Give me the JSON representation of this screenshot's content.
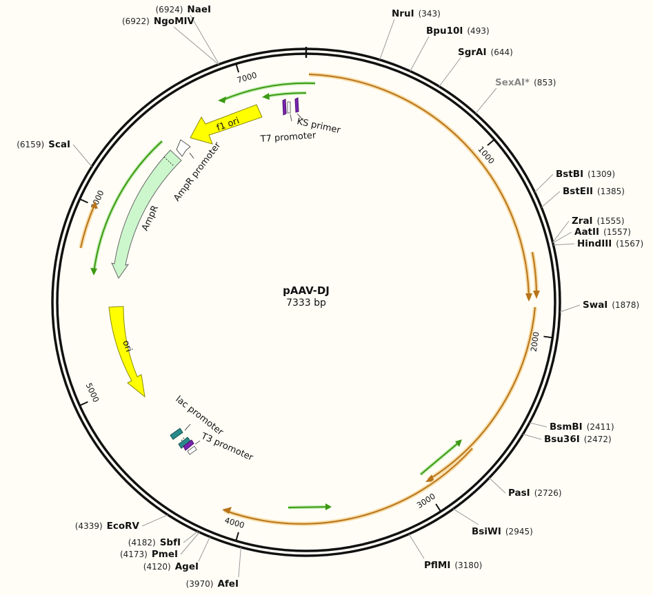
{
  "plasmid": {
    "name": "pAAV-DJ",
    "length_label": "7333 bp",
    "length": 7333
  },
  "ticks": [
    {
      "pos": 1000,
      "label": "1000"
    },
    {
      "pos": 2000,
      "label": "2000"
    },
    {
      "pos": 3000,
      "label": "3000"
    },
    {
      "pos": 4000,
      "label": "4000"
    },
    {
      "pos": 5000,
      "label": "5000"
    },
    {
      "pos": 6000,
      "label": "6000"
    },
    {
      "pos": 7000,
      "label": "7000"
    }
  ],
  "sites": [
    {
      "name": "NaeI",
      "pos": 6924,
      "pos_label": "(6924)",
      "side": "left"
    },
    {
      "name": "NgoMIV",
      "pos": 6922,
      "pos_label": "(6922)",
      "side": "left"
    },
    {
      "name": "NruI",
      "pos": 343,
      "pos_label": "(343)",
      "side": "right"
    },
    {
      "name": "Bpu10I",
      "pos": 493,
      "pos_label": "(493)",
      "side": "right"
    },
    {
      "name": "SgrAI",
      "pos": 644,
      "pos_label": "(644)",
      "side": "right"
    },
    {
      "name": "SexAI*",
      "pos": 853,
      "pos_label": "(853)",
      "side": "right",
      "muted": true
    },
    {
      "name": "BstBI",
      "pos": 1309,
      "pos_label": "(1309)",
      "side": "right"
    },
    {
      "name": "BstEII",
      "pos": 1385,
      "pos_label": "(1385)",
      "side": "right"
    },
    {
      "name": "ZraI",
      "pos": 1555,
      "pos_label": "(1555)",
      "side": "right"
    },
    {
      "name": "AatII",
      "pos": 1557,
      "pos_label": "(1557)",
      "side": "right"
    },
    {
      "name": "HindIII",
      "pos": 1567,
      "pos_label": "(1567)",
      "side": "right"
    },
    {
      "name": "SwaI",
      "pos": 1878,
      "pos_label": "(1878)",
      "side": "right"
    },
    {
      "name": "BsmBI",
      "pos": 2411,
      "pos_label": "(2411)",
      "side": "right"
    },
    {
      "name": "Bsu36I",
      "pos": 2472,
      "pos_label": "(2472)",
      "side": "right"
    },
    {
      "name": "PasI",
      "pos": 2726,
      "pos_label": "(2726)",
      "side": "right"
    },
    {
      "name": "BsiWI",
      "pos": 2945,
      "pos_label": "(2945)",
      "side": "right"
    },
    {
      "name": "PflMI",
      "pos": 3180,
      "pos_label": "(3180)",
      "side": "right"
    },
    {
      "name": "AfeI",
      "pos": 3970,
      "pos_label": "(3970)",
      "side": "left"
    },
    {
      "name": "AgeI",
      "pos": 4120,
      "pos_label": "(4120)",
      "side": "left"
    },
    {
      "name": "PmeI",
      "pos": 4173,
      "pos_label": "(4173)",
      "side": "left"
    },
    {
      "name": "SbfI",
      "pos": 4182,
      "pos_label": "(4182)",
      "side": "left"
    },
    {
      "name": "EcoRV",
      "pos": 4339,
      "pos_label": "(4339)",
      "side": "left"
    },
    {
      "name": "ScaI",
      "pos": 6159,
      "pos_label": "(6159)",
      "side": "left"
    }
  ],
  "features": {
    "f1_ori": "f1 ori",
    "ampr": "AmpR",
    "ampr_promoter": "AmpR promoter",
    "ori": "ori",
    "ks_primer": "KS primer",
    "t7_promoter": "T7 promoter",
    "lac_promoter": "lac promoter",
    "t3_promoter": "T3 promoter"
  },
  "colors": {
    "backbone": "#111111",
    "orange_feature": "#b8741a",
    "orange_glow": "#f7dca6",
    "green_feature": "#3c9a14",
    "ori_yellow": "#ffff00",
    "ampr_green": "#ccf7cc",
    "primer_purple": "#7a22b0",
    "lac_teal": "#2a8a8a"
  }
}
